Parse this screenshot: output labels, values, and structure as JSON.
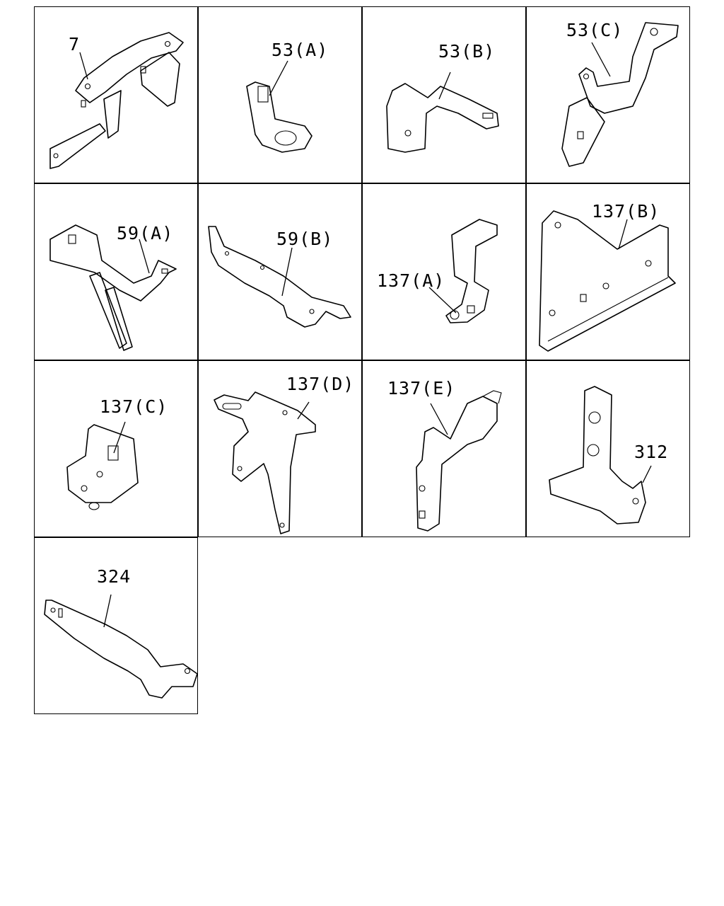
{
  "diagram": {
    "parts": [
      {
        "id": "7",
        "label": "7",
        "icon": "bracket-icon"
      },
      {
        "id": "53A",
        "label": "53(A)",
        "icon": "bracket-icon"
      },
      {
        "id": "53B",
        "label": "53(B)",
        "icon": "bracket-icon"
      },
      {
        "id": "53C",
        "label": "53(C)",
        "icon": "bracket-icon"
      },
      {
        "id": "59A",
        "label": "59(A)",
        "icon": "bracket-icon"
      },
      {
        "id": "59B",
        "label": "59(B)",
        "icon": "bracket-icon"
      },
      {
        "id": "137A",
        "label": "137(A)",
        "icon": "bracket-icon"
      },
      {
        "id": "137B",
        "label": "137(B)",
        "icon": "bracket-icon"
      },
      {
        "id": "137C",
        "label": "137(C)",
        "icon": "bracket-icon"
      },
      {
        "id": "137D",
        "label": "137(D)",
        "icon": "bracket-icon"
      },
      {
        "id": "137E",
        "label": "137(E)",
        "icon": "bracket-icon"
      },
      {
        "id": "312",
        "label": "312",
        "icon": "bracket-icon"
      },
      {
        "id": "324",
        "label": "324",
        "icon": "bracket-icon"
      }
    ]
  }
}
